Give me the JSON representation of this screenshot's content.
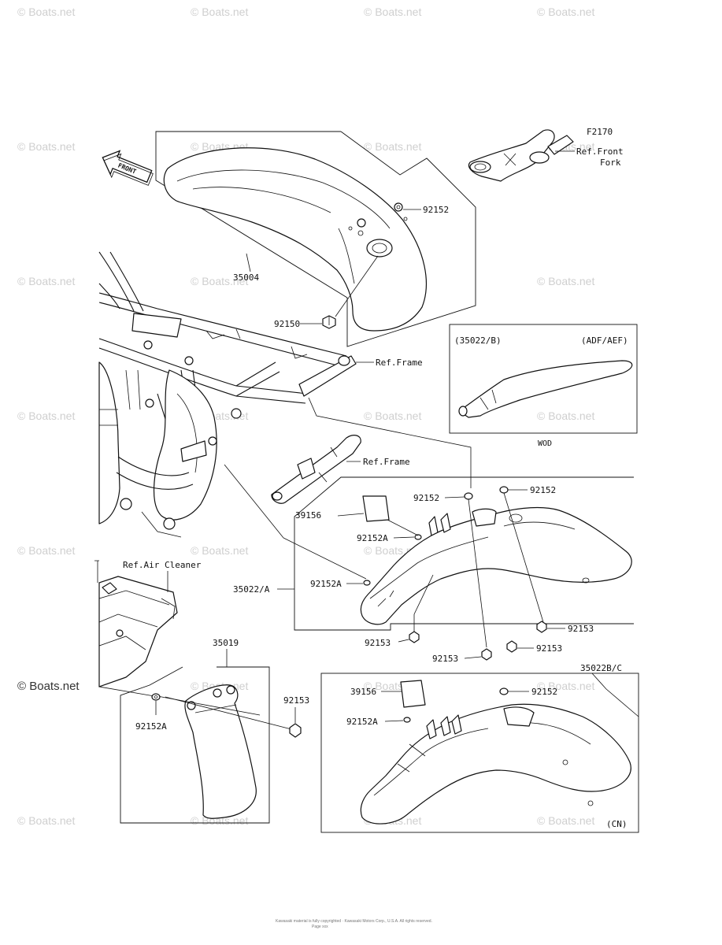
{
  "watermark": "© Boats.net",
  "front_arrow": "FRONT",
  "labels": {
    "f2170": "F2170",
    "ref_front_fork_1": "Ref.Front",
    "ref_front_fork_2": "Fork",
    "p35004": "35004",
    "p92152_top": "92152",
    "p92150": "92150",
    "ref_frame_1": "Ref.Frame",
    "ref_frame_2": "Ref.Frame",
    "inset_code": "(35022/B)",
    "inset_market": "(ADF/AEF)",
    "inset_caption": "WOD",
    "p92152_a1": "92152",
    "p92152_a2": "92152",
    "p39156_a": "39156",
    "p92152A_a1": "92152A",
    "p35022A": "35022/A",
    "p92152A_a2": "92152A",
    "p92153_a1": "92153",
    "p92153_a2": "92153",
    "p92153_a3": "92153",
    "p92153_a4": "92153",
    "ref_air_cleaner": "Ref.Air Cleaner",
    "p35019": "35019",
    "p92153_b": "92153",
    "p92152A_b": "92152A",
    "p35022BC": "35022B/C",
    "p39156_c": "39156",
    "p92152_c": "92152",
    "p92152A_c": "92152A",
    "cn_code": "(CN)"
  },
  "footer": {
    "line1": "Kawasaki material is fully copyrighted · Kawasaki Motors Corp., U.S.A. All rights reserved.",
    "line2": "Page xxx"
  }
}
